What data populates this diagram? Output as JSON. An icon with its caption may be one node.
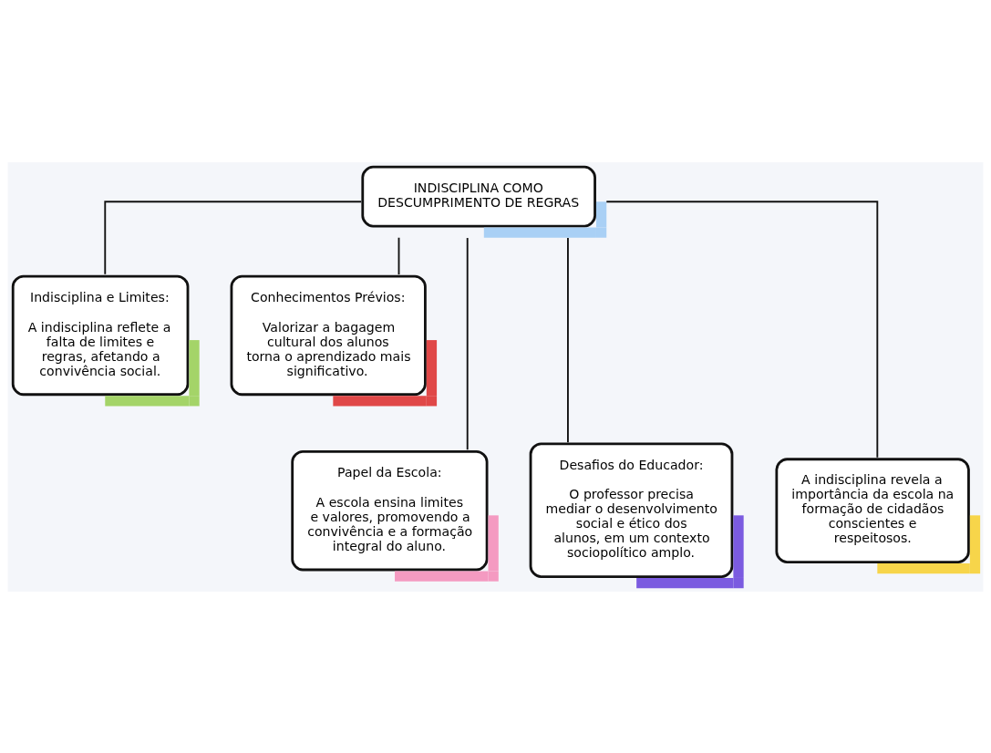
{
  "diagram": {
    "nodes": [
      {
        "text": [
          "INDISCIPLINA COMO DESCUMPRIMENTO DE REGRAS"
        ]
      },
      {
        "text": [
          "Indisciplina e Limites:",
          "A indisciplina reflete a falta de limites e regras, afetando a convivência social."
        ]
      },
      {
        "text": [
          "Conhecimentos Prévios:",
          "Valorizar a bagagem cultural dos alunos torna o aprendizado mais significativo."
        ]
      },
      {
        "text": [
          "Papel da Escola:",
          "A escola ensina limites e valores, promovendo a convivência e a formação integral do aluno."
        ]
      },
      {
        "text": [
          "Desafios do Educador:",
          "O professor precisa mediar o desenvolvimento social e ético dos alunos, em um contexto sociopolítico amplo."
        ]
      },
      {
        "text": [
          "A indisciplina revela a importância da escola na formação de cidadãos conscientes e respeitosos."
        ]
      }
    ],
    "edges": [
      {
        "from": 0,
        "to": 1,
        "arrow": "none"
      },
      {
        "from": 0,
        "to": 2,
        "arrow": "none"
      },
      {
        "from": 0,
        "to": 4,
        "arrow": "none"
      },
      {
        "from": 0,
        "to": 3,
        "arrow": "none"
      },
      {
        "from": 0,
        "to": 5,
        "arrow": "none"
      }
    ]
  }
}
